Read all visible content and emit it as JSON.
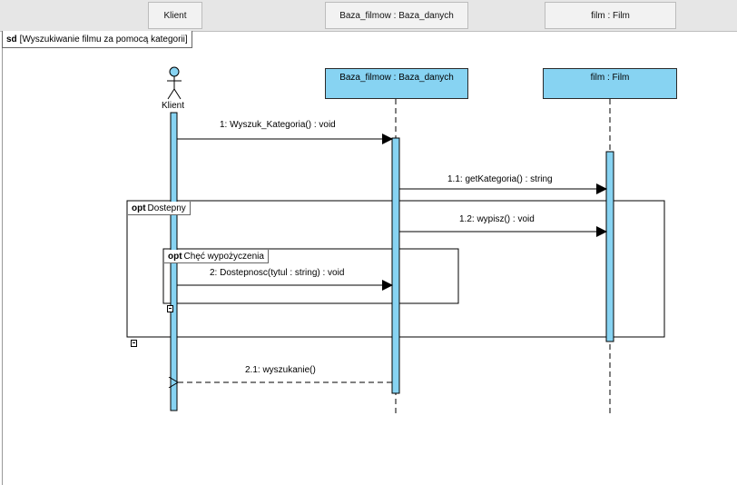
{
  "header": {
    "columns": [
      "Klient",
      "Baza_filmow : Baza_danych",
      "film : Film"
    ]
  },
  "diagram": {
    "frame_keyword": "sd",
    "frame_name": "[Wyszukiwanie filmu za pomocą kategorii]",
    "actor_name": "Klient",
    "lifelines": [
      "Baza_filmow : Baza_danych",
      "film : Film"
    ],
    "messages": [
      "1: Wyszuk_Kategoria() : void",
      "1.1: getKategoria() : string",
      "1.2: wypisz() : void",
      "2: Dostepnosc(tytul : string) : void",
      "2.1: wyszukanie()"
    ],
    "fragments": [
      {
        "keyword": "opt",
        "guard": "Dostepny"
      },
      {
        "keyword": "opt",
        "guard": "Chęć wypożyczenia"
      }
    ],
    "colors": {
      "activation": "#87d3f2",
      "lifeline_head": "#87d3f2",
      "header_bg": "#e6e6e6"
    }
  }
}
